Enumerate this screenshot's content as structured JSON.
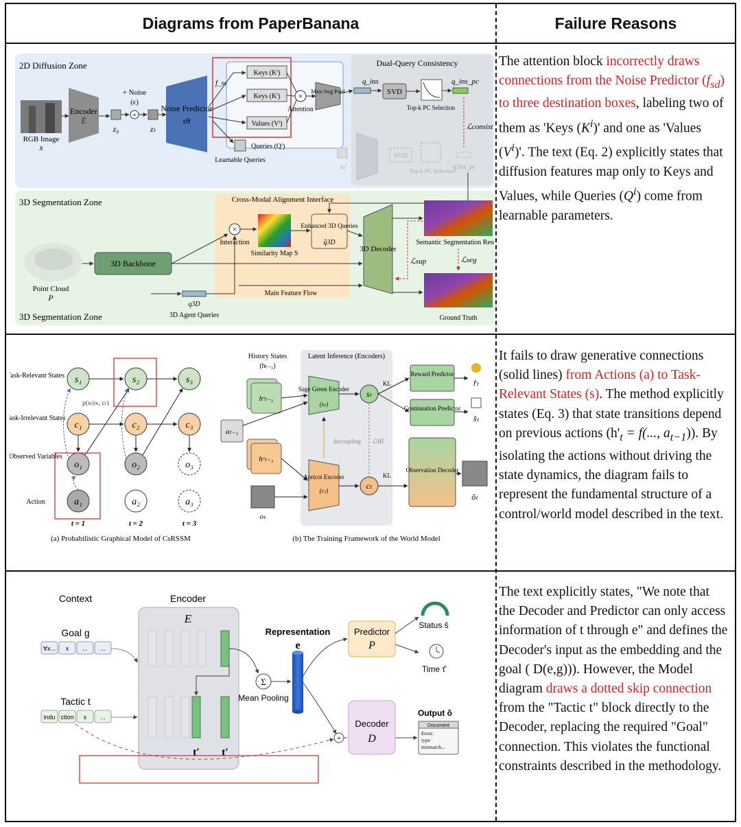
{
  "header": {
    "left_title": "Diagrams from PaperBanana",
    "right_title": "Failure Reasons"
  },
  "row1": {
    "zone_2d": "2D Diffusion Zone",
    "zone_3d_top": "3D Segmentation Zone",
    "zone_3d_bottom": "3D Segmentation Zone",
    "rgb_image": "RGB Image",
    "rgb_x": "x",
    "encoder": "Encoder",
    "encoder_sym": "ℰ",
    "plus_noise": "+ Noise",
    "eps": "(ϵ)",
    "z0": "z₀",
    "zt": "zₜ",
    "noise_predictor": "Noise Predictor",
    "eps_theta": "ϵθ",
    "fsd": "f_sd⁽ⁱ⁾",
    "keys1": "Keys (Kⁱ)",
    "keys2": "Keys (Kⁱ)",
    "values": "Values (Vⁱ)",
    "attention": "Attention",
    "maxavg": "Max/Avg Pool",
    "queries": "Queries (Qⁱ)",
    "learnable_queries": "Learnable Queries",
    "dual_query": "Dual-Query Consistency",
    "q_ins": "q_ins",
    "svd": "SVD",
    "topk": "Top-k PC Selection",
    "q_ins_pc": "q_ins_pc",
    "l_consist": "ℒconsist",
    "zt_prime": "zₜ′",
    "q_ins_pc_prime": "q′ins_pc",
    "cross_modal": "Cross-Modal Alignment Interface",
    "interaction": "Interaction",
    "similarity_map": "Similarity Map S",
    "enhanced": "Enhanced 3D Queries",
    "q3d_hat": "q̂3D",
    "backbone": "3D Backbone",
    "point_cloud": "Point Cloud",
    "point_p": "P",
    "decoder3d": "3D Decoder",
    "l_sup": "ℒsup",
    "l_seg": "ℒseg",
    "sem_seg": "Semantic Segmentation Result",
    "ground_truth": "Ground Truth",
    "main_flow": "Main Feature Flow",
    "q3d": "q3D",
    "agent_queries": "3D Agent Queries"
  },
  "row2": {
    "task_relevant": "Task-Relevant States",
    "task_irrelevant": "Task-Irrelevant States",
    "observed": "Observed Variables",
    "action": "Action",
    "s1": "s₁",
    "s2": "s₂",
    "s3": "s₃",
    "c1": "c₁",
    "c2": "c₂",
    "c3": "c₃",
    "o1": "o₁",
    "o2": "o₂",
    "o3": "o₃",
    "a1": "a₁",
    "a2": "a₂",
    "a3": "a₃",
    "t1": "t = 1",
    "t2": "t = 2",
    "t3": "t = 3",
    "posterior": "p(sₜ|oₜ, cₜ)",
    "caption_a": "(a) Probabilistic Graphical Model of CsRSSM",
    "history": "History States",
    "history_h": "(hₜ₋₁)",
    "latent": "Latent Inference (Encoders)",
    "hs": "hˢₜ₋₁",
    "hc": "hᶜₜ₋₁",
    "a_prev": "aₜ₋₁",
    "o_t": "oₜ",
    "sage": "Sage Green Encoder",
    "sage_s": "(sₜ)",
    "apricot": "Apricot Encoder",
    "apricot_c": "(cₜ)",
    "st": "sₜ",
    "ct": "cₜ",
    "kl": "KL",
    "decoupling": "decoupling",
    "l_mi": "ℒMI",
    "reward": "Reward Predictor",
    "continuation": "Continuation Predictor",
    "obs_decoder": "Observation Decoder",
    "r_hat": "r̂ₜ",
    "x_hat": "x̂ₜ",
    "o_hat": "ôₜ",
    "caption_b": "(b) The Training Framework of the World Model"
  },
  "row3": {
    "context": "Context",
    "encoder": "Encoder",
    "E": "E",
    "goal": "Goal g",
    "goal_tokens": [
      "∀x...",
      "x",
      "...",
      "..."
    ],
    "tactic": "Tactic t",
    "tactic_tokens": [
      "indu",
      "ction",
      "x",
      "..."
    ],
    "t_prime": "t′",
    "sigma": "Σ",
    "mean_pooling": "Mean Pooling",
    "representation": "Representation",
    "e": "e",
    "predictor": "Predictor",
    "P": "P",
    "status": "Status ŝ",
    "time": "Time τ̂",
    "decoder": "Decoder",
    "D": "D",
    "output": "Output ô",
    "doc_title": "Document",
    "doc_l1": "Error:",
    "doc_l2": "type",
    "doc_l3": "mismatch..."
  },
  "reasons": {
    "r1": {
      "p1": "The attention block ",
      "red": "incorrectly draws connections from the Noise Predictor (",
      "red_f": "f",
      "red_sd": "sd",
      "red_end": ") to three destination boxes",
      "p2": ", labeling two of them as 'Keys (",
      "k": "K",
      "ki": "i",
      "p3": ")' and one as 'Values (",
      "v": "V",
      "vi": "i",
      "p4": ")'. The text (Eq. 2) explicitly states that diffusion features map only to Keys and Values, while Queries (",
      "q": "Q",
      "qi": "i",
      "p5": ") come from learnable parameters."
    },
    "r2": {
      "p1": "It fails to draw generative connections (solid lines) ",
      "red": "from Actions (a) to Task-Relevant States (s)",
      "p2": ". The method explicitly states (Eq. 3) that state transitions depend on previous actions (h'",
      "sub_t": "t",
      "eq": " = f(..., a",
      "sub_t1": "t−1",
      "p3": ")). By isolating the actions without driving the state dynamics, the diagram fails to represent the fundamental structure of a control/world model described in the text."
    },
    "r3": {
      "p1": "The text explicitly states, \"We note that the Decoder and Predictor can only access information of t through e\" and defines the Decoder's input as the embedding and the goal ( D(e,g))). However, the Model diagram ",
      "red": "draws a dotted skip connection",
      "p2": " from the \"Tactic t\" block directly to the Decoder, replacing the required \"Goal\" connection. This violates the functional constraints described in the methodology."
    }
  }
}
